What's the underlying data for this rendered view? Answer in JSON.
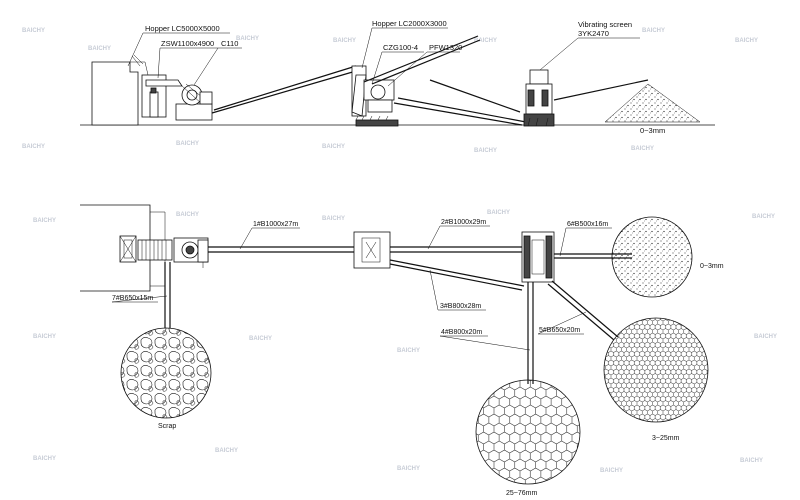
{
  "side_view": {
    "hopper_1": "Hopper  LC5000X5000",
    "feeder": "ZSW1100x4900",
    "jaw_crusher": "C110",
    "hopper_2": "Hopper  LC2000X3000",
    "cone_crusher": "CZG100-4",
    "impact_crusher": "PFW1320",
    "screen_title": "Vibrating  screen",
    "screen_model": "3YK2470",
    "fine_output": "0~3mm"
  },
  "plan_view": {
    "belts": [
      {
        "id": "belt-1",
        "label": "1#B1000x27m"
      },
      {
        "id": "belt-2",
        "label": "2#B1000x29m"
      },
      {
        "id": "belt-3",
        "label": "3#B800x28m"
      },
      {
        "id": "belt-4",
        "label": "4#B800x20m"
      },
      {
        "id": "belt-5",
        "label": "5#B650x20m"
      },
      {
        "id": "belt-6",
        "label": "6#B500x16m"
      },
      {
        "id": "belt-7",
        "label": "7#B650x15m"
      }
    ],
    "piles": {
      "scrap": "Scrap",
      "fine": "0~3mm",
      "medium": "3~25mm",
      "coarse": "25~76mm"
    }
  },
  "watermark": "BAICHY",
  "colors": {
    "line": "#111111",
    "watermark": "#c7ccd6"
  }
}
